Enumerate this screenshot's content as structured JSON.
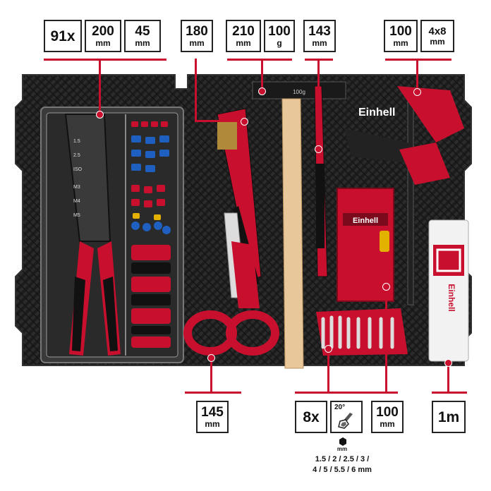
{
  "labels": {
    "count91": {
      "value": "91x"
    },
    "len200": {
      "value": "200",
      "unit": "mm"
    },
    "len45": {
      "value": "45",
      "unit": "mm"
    },
    "len180": {
      "value": "180",
      "unit": "mm"
    },
    "len210": {
      "value": "210",
      "unit": "mm"
    },
    "wt100": {
      "value": "100",
      "unit": "g"
    },
    "len143": {
      "value": "143",
      "unit": "mm"
    },
    "len100top": {
      "value": "100",
      "unit": "mm"
    },
    "clamp": {
      "value": "4x8",
      "unit": "mm"
    },
    "len145": {
      "value": "145",
      "unit": "mm"
    },
    "count8": {
      "value": "8x"
    },
    "angle": {
      "value": "20°"
    },
    "len100bot": {
      "value": "100",
      "unit": "mm"
    },
    "tape": {
      "value": "1m"
    }
  },
  "hexkeys": {
    "unit": "mm",
    "sizes_line1": "1.5 / 2 / 2.5 / 3 /",
    "sizes_line2": "4 / 5 / 5.5 / 6 mm"
  },
  "brand": {
    "name": "Einhell"
  },
  "hammer_mark": "100g",
  "colors": {
    "accent": "#c8102e",
    "foam": "#1e1e1e",
    "handle": "#e8c79a"
  }
}
